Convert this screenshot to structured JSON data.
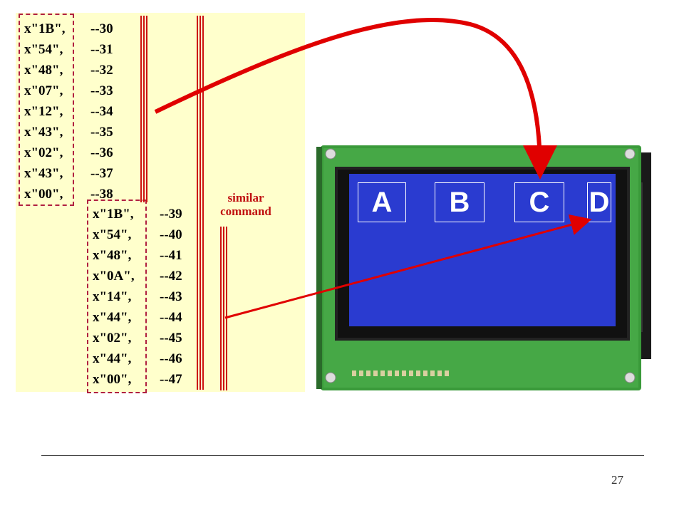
{
  "group1": [
    {
      "value": "x\"1B\",",
      "comment": "--30"
    },
    {
      "value": "x\"54\",",
      "comment": "--31"
    },
    {
      "value": "x\"48\",",
      "comment": "--32"
    },
    {
      "value": "x\"07\",",
      "comment": "--33"
    },
    {
      "value": "x\"12\",",
      "comment": "--34"
    },
    {
      "value": "x\"43\",",
      "comment": "--35"
    },
    {
      "value": "x\"02\",",
      "comment": "--36"
    },
    {
      "value": "x\"43\",",
      "comment": "--37"
    },
    {
      "value": "x\"00\",",
      "comment": "--38"
    }
  ],
  "group2": [
    {
      "value": "x\"1B\",",
      "comment": "--39"
    },
    {
      "value": "x\"54\",",
      "comment": "--40"
    },
    {
      "value": "x\"48\",",
      "comment": "--41"
    },
    {
      "value": "x\"0A\",",
      "comment": "--42"
    },
    {
      "value": "x\"14\",",
      "comment": "--43"
    },
    {
      "value": "x\"44\",",
      "comment": "--44"
    },
    {
      "value": "x\"02\",",
      "comment": "--45"
    },
    {
      "value": "x\"44\",",
      "comment": "--46"
    },
    {
      "value": "x\"00\",",
      "comment": "--47"
    }
  ],
  "annotation": {
    "line1": "similar",
    "line2": "command"
  },
  "lcd_letters": [
    "A",
    "B",
    "C",
    "D"
  ],
  "page_number": "27",
  "colors": {
    "panel_bg": "#ffffcc",
    "accent_red": "#e00000",
    "screen_blue": "#2a3bd0",
    "pcb_green": "#3a9a3a"
  }
}
